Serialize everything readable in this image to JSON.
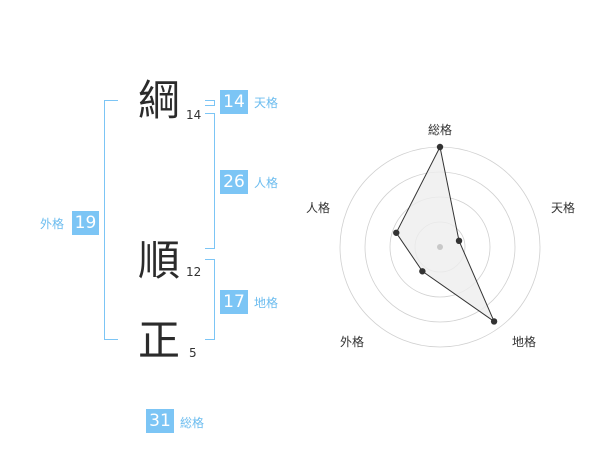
{
  "name": {
    "chars": [
      {
        "char": "綱",
        "strokes": "14"
      },
      {
        "char": "順",
        "strokes": "12"
      },
      {
        "char": "正",
        "strokes": "5"
      }
    ]
  },
  "kaku": {
    "tenkaku": {
      "value": "14",
      "label": "天格"
    },
    "jinkaku": {
      "value": "26",
      "label": "人格"
    },
    "chikaku": {
      "value": "17",
      "label": "地格"
    },
    "gaikaku": {
      "value": "19",
      "label": "外格"
    },
    "soukaku": {
      "value": "31",
      "label": "総格"
    }
  },
  "radar": {
    "axes": [
      "総格",
      "天格",
      "地格",
      "外格",
      "人格"
    ],
    "values": [
      1.0,
      0.2,
      0.92,
      0.3,
      0.46
    ],
    "colors": {
      "grid": "#d0d0d0",
      "fill": "#eeeeee",
      "line": "#333333",
      "center": "#c8c8c8"
    }
  }
}
